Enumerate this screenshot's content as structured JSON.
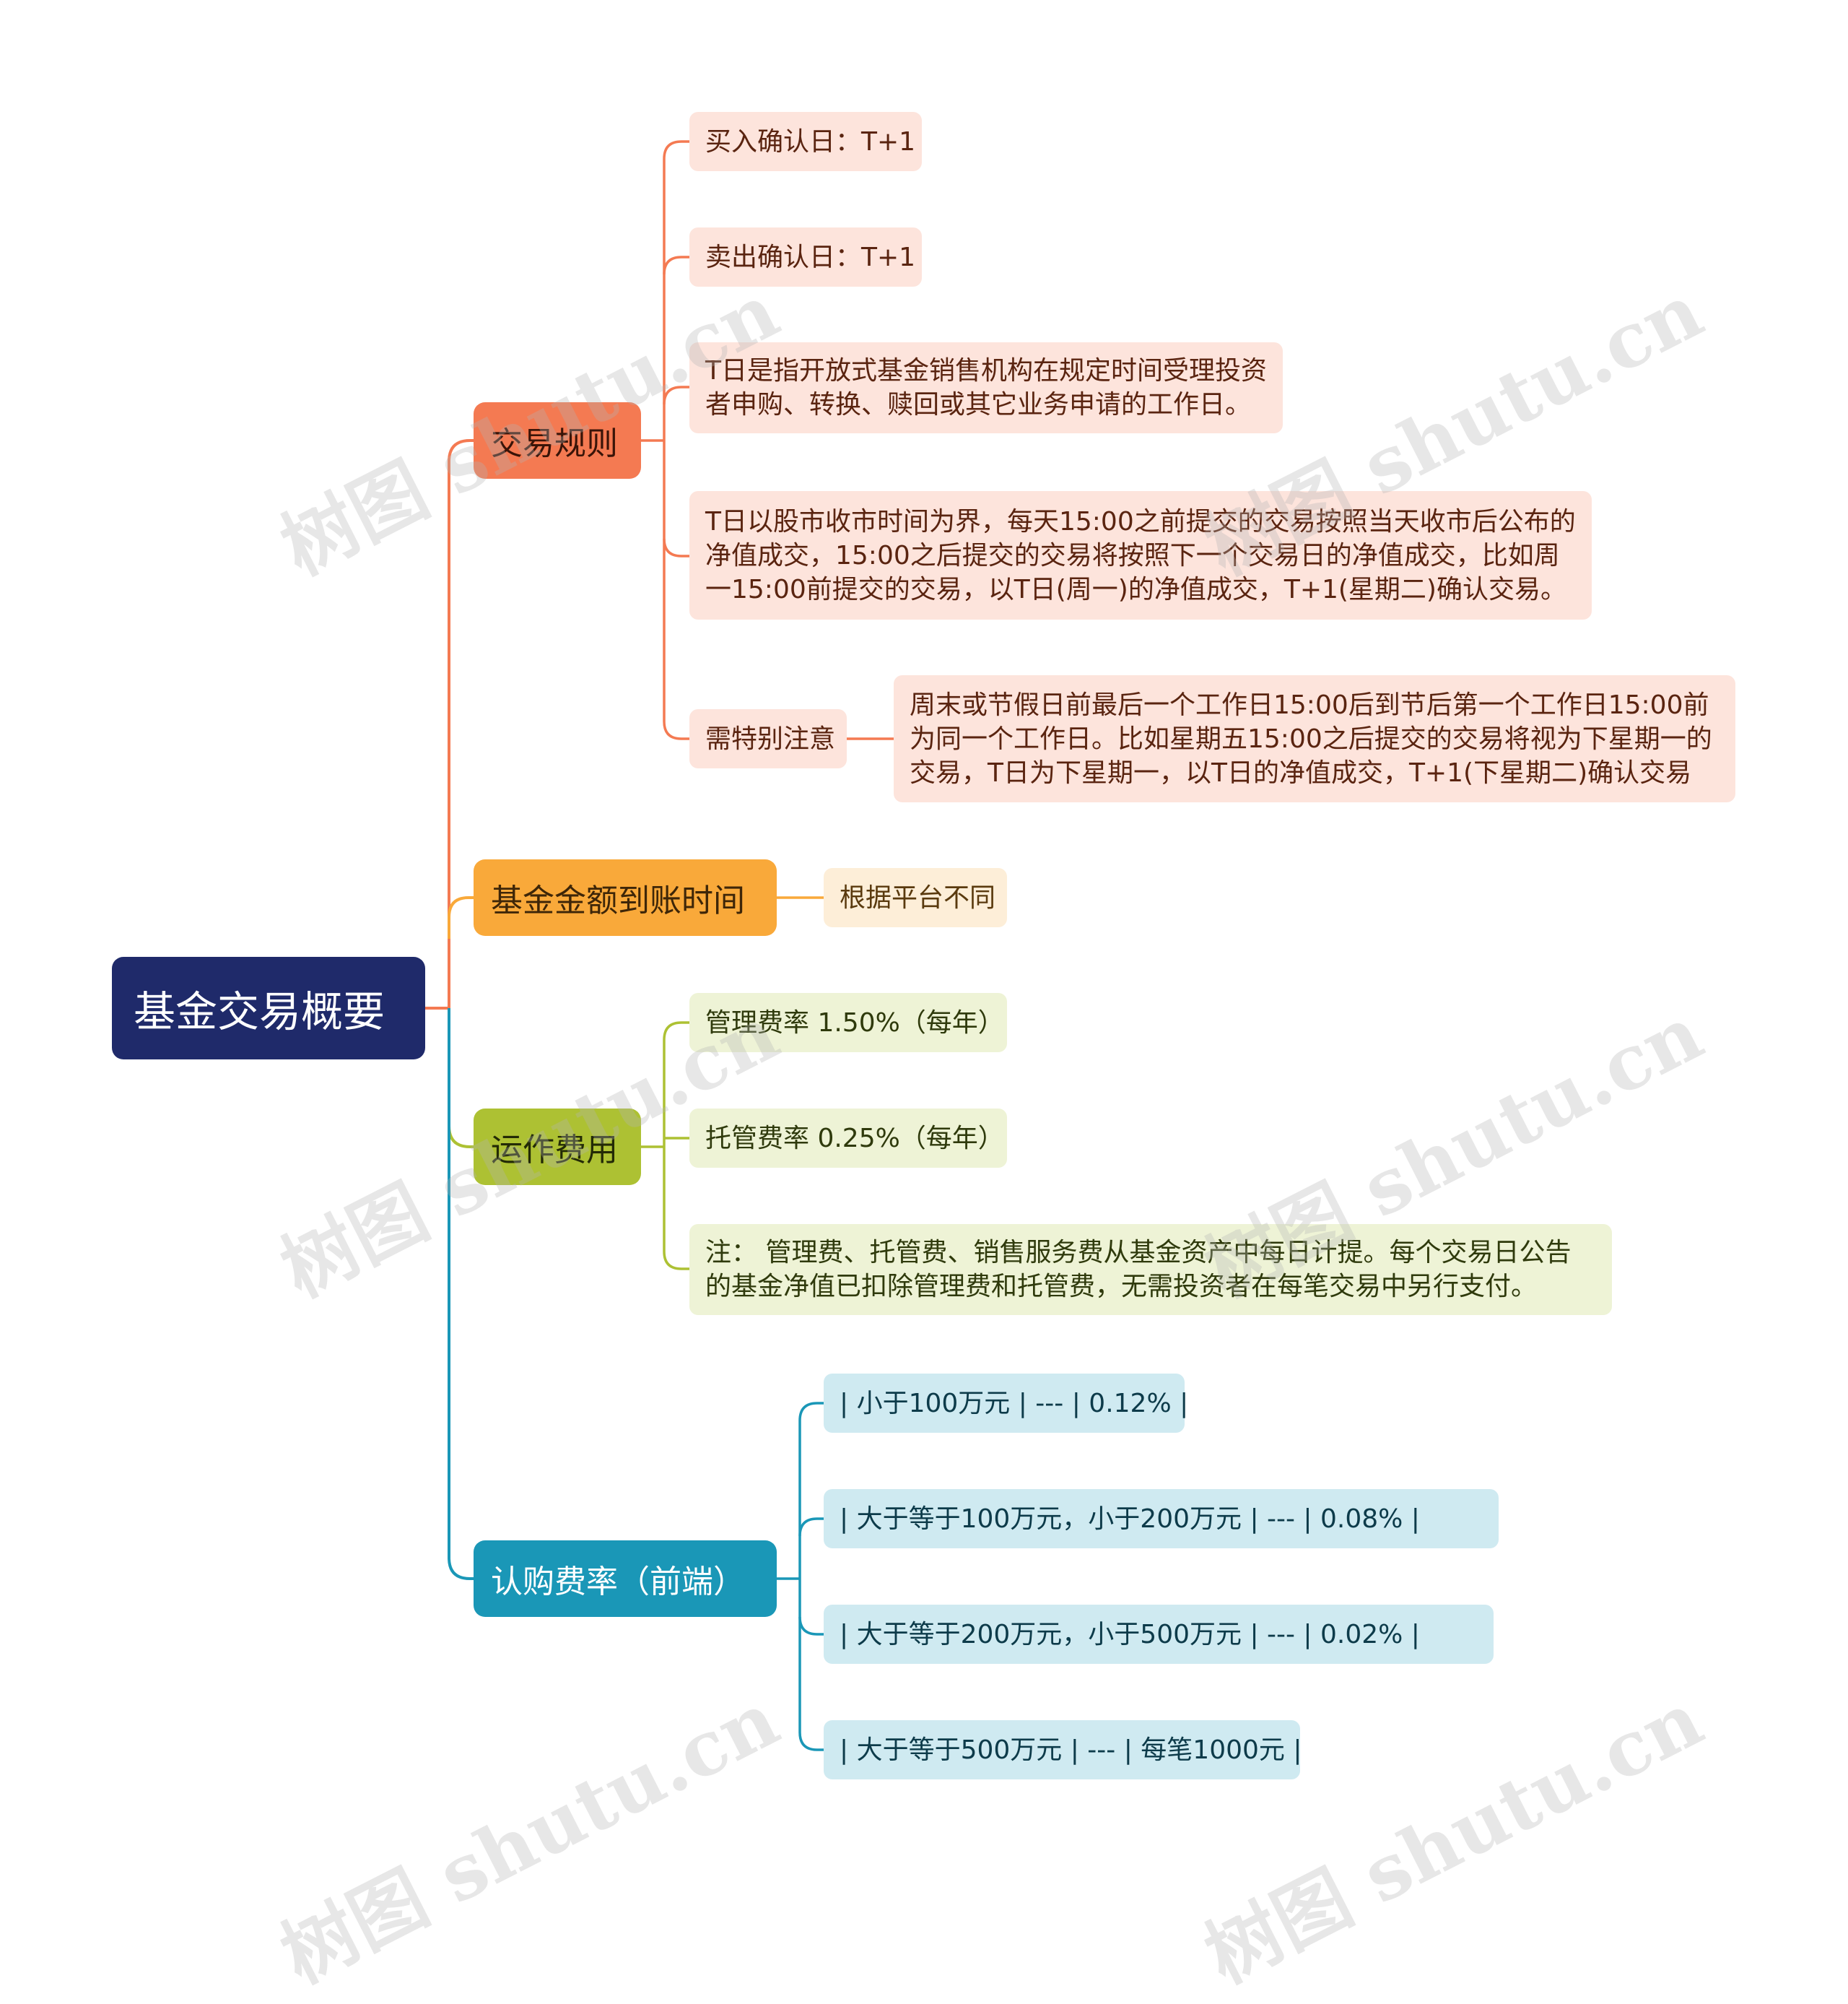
{
  "root": {
    "label": "基金交易概要"
  },
  "branches": {
    "rules": {
      "label": "交易规则",
      "items": [
        "买入确认日：T+1",
        "卖出确认日：T+1",
        "T日是指开放式基金销售机构在规定时间受理投资者申购、转换、赎回或其它业务申请的工作日。",
        "T日以股市收市时间为界，每天15:00之前提交的交易按照当天收市后公布的净值成交，15:00之后提交的交易将按照下一个交易日的净值成交，比如周一15:00前提交的交易，以T日(周一)的净值成交，T+1(星期二)确认交易。"
      ],
      "note": {
        "label": "需特别注意",
        "detail": "周末或节假日前最后一个工作日15:00后到节后第一个工作日15:00前为同一个工作日。比如星期五15:00之后提交的交易将视为下星期一的交易，T日为下星期一，以T日的净值成交，T+1(下星期二)确认交易"
      }
    },
    "arrival": {
      "label": "基金金额到账时间",
      "items": [
        "根据平台不同"
      ]
    },
    "fees": {
      "label": "运作费用",
      "items": [
        "管理费率 1.50%（每年）",
        "托管费率 0.25%（每年）",
        "注： 管理费、托管费、销售服务费从基金资产中每日计提。每个交易日公告的基金净值已扣除管理费和托管费，无需投资者在每笔交易中另行支付。"
      ]
    },
    "subscription": {
      "label": "认购费率（前端）",
      "items": [
        "| 小于100万元 | --- | 0.12% |",
        "| 大于等于100万元，小于200万元 | --- | 0.08% |",
        "| 大于等于200万元，小于500万元 | --- | 0.02% |",
        "| 大于等于500万元 | --- | 每笔1000元 |"
      ]
    }
  },
  "watermark": "树图 shutu.cn",
  "colors": {
    "root": "#1f2a6a",
    "rules": "#f47a52",
    "arrival": "#f9a93a",
    "fees": "#adc133",
    "subscription": "#1a97b7"
  }
}
